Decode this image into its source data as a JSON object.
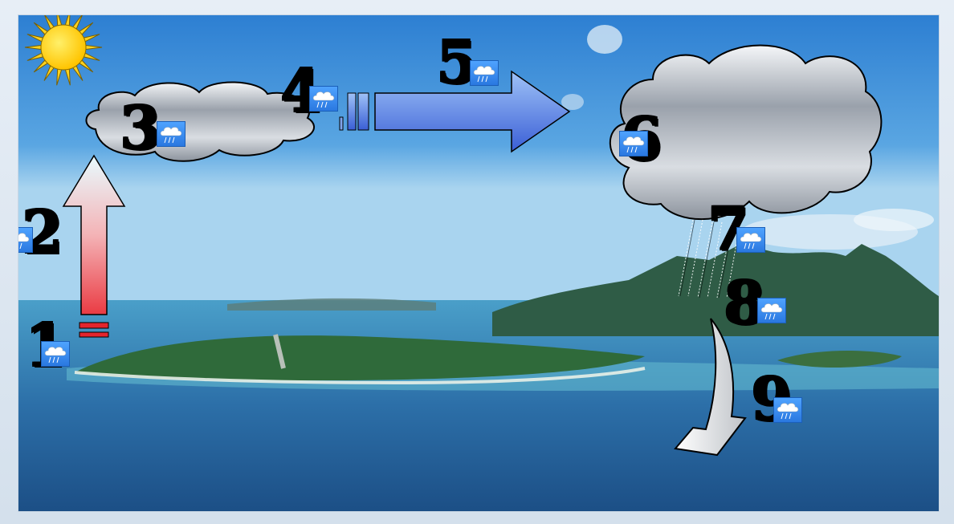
{
  "diagram": {
    "steps": [
      {
        "label": "1"
      },
      {
        "label": "2"
      },
      {
        "label": "3"
      },
      {
        "label": "4"
      },
      {
        "label": "5"
      },
      {
        "label": "6"
      },
      {
        "label": "7"
      },
      {
        "label": "8"
      },
      {
        "label": "9"
      }
    ],
    "icons": {
      "sun": "sun-icon",
      "cloud": "cloud-icon",
      "rain": "rain-icon",
      "arrow_up": "arrow-up-icon",
      "arrow_right": "arrow-right-icon",
      "arrow_down": "arrow-down-icon",
      "weather": "rain-cloud-icon"
    },
    "colors": {
      "sky_top": "#3a8fd8",
      "sky_bottom": "#9fd0ef",
      "sea": "#2f78b0",
      "sun": "#ffd21e",
      "cloud": "#b8bec8",
      "arrow_up": "#e8404a",
      "arrow_right": "#4a74e0"
    }
  }
}
